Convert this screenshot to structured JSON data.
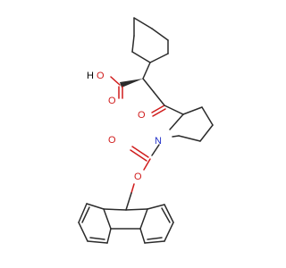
{
  "molecule": {
    "labels": {
      "acid_h": "H",
      "acid_oh_o": "O",
      "acid_carbonyl_o": "O",
      "ketone_o": "O",
      "ring_n": "N",
      "carbamate_o_double": "O",
      "carbamate_o_single": "O"
    },
    "colors": {
      "bond": "#2b2b2b",
      "oxygen": "#d01c1c",
      "nitrogen": "#1f2fc8",
      "background": "#ffffff"
    }
  }
}
